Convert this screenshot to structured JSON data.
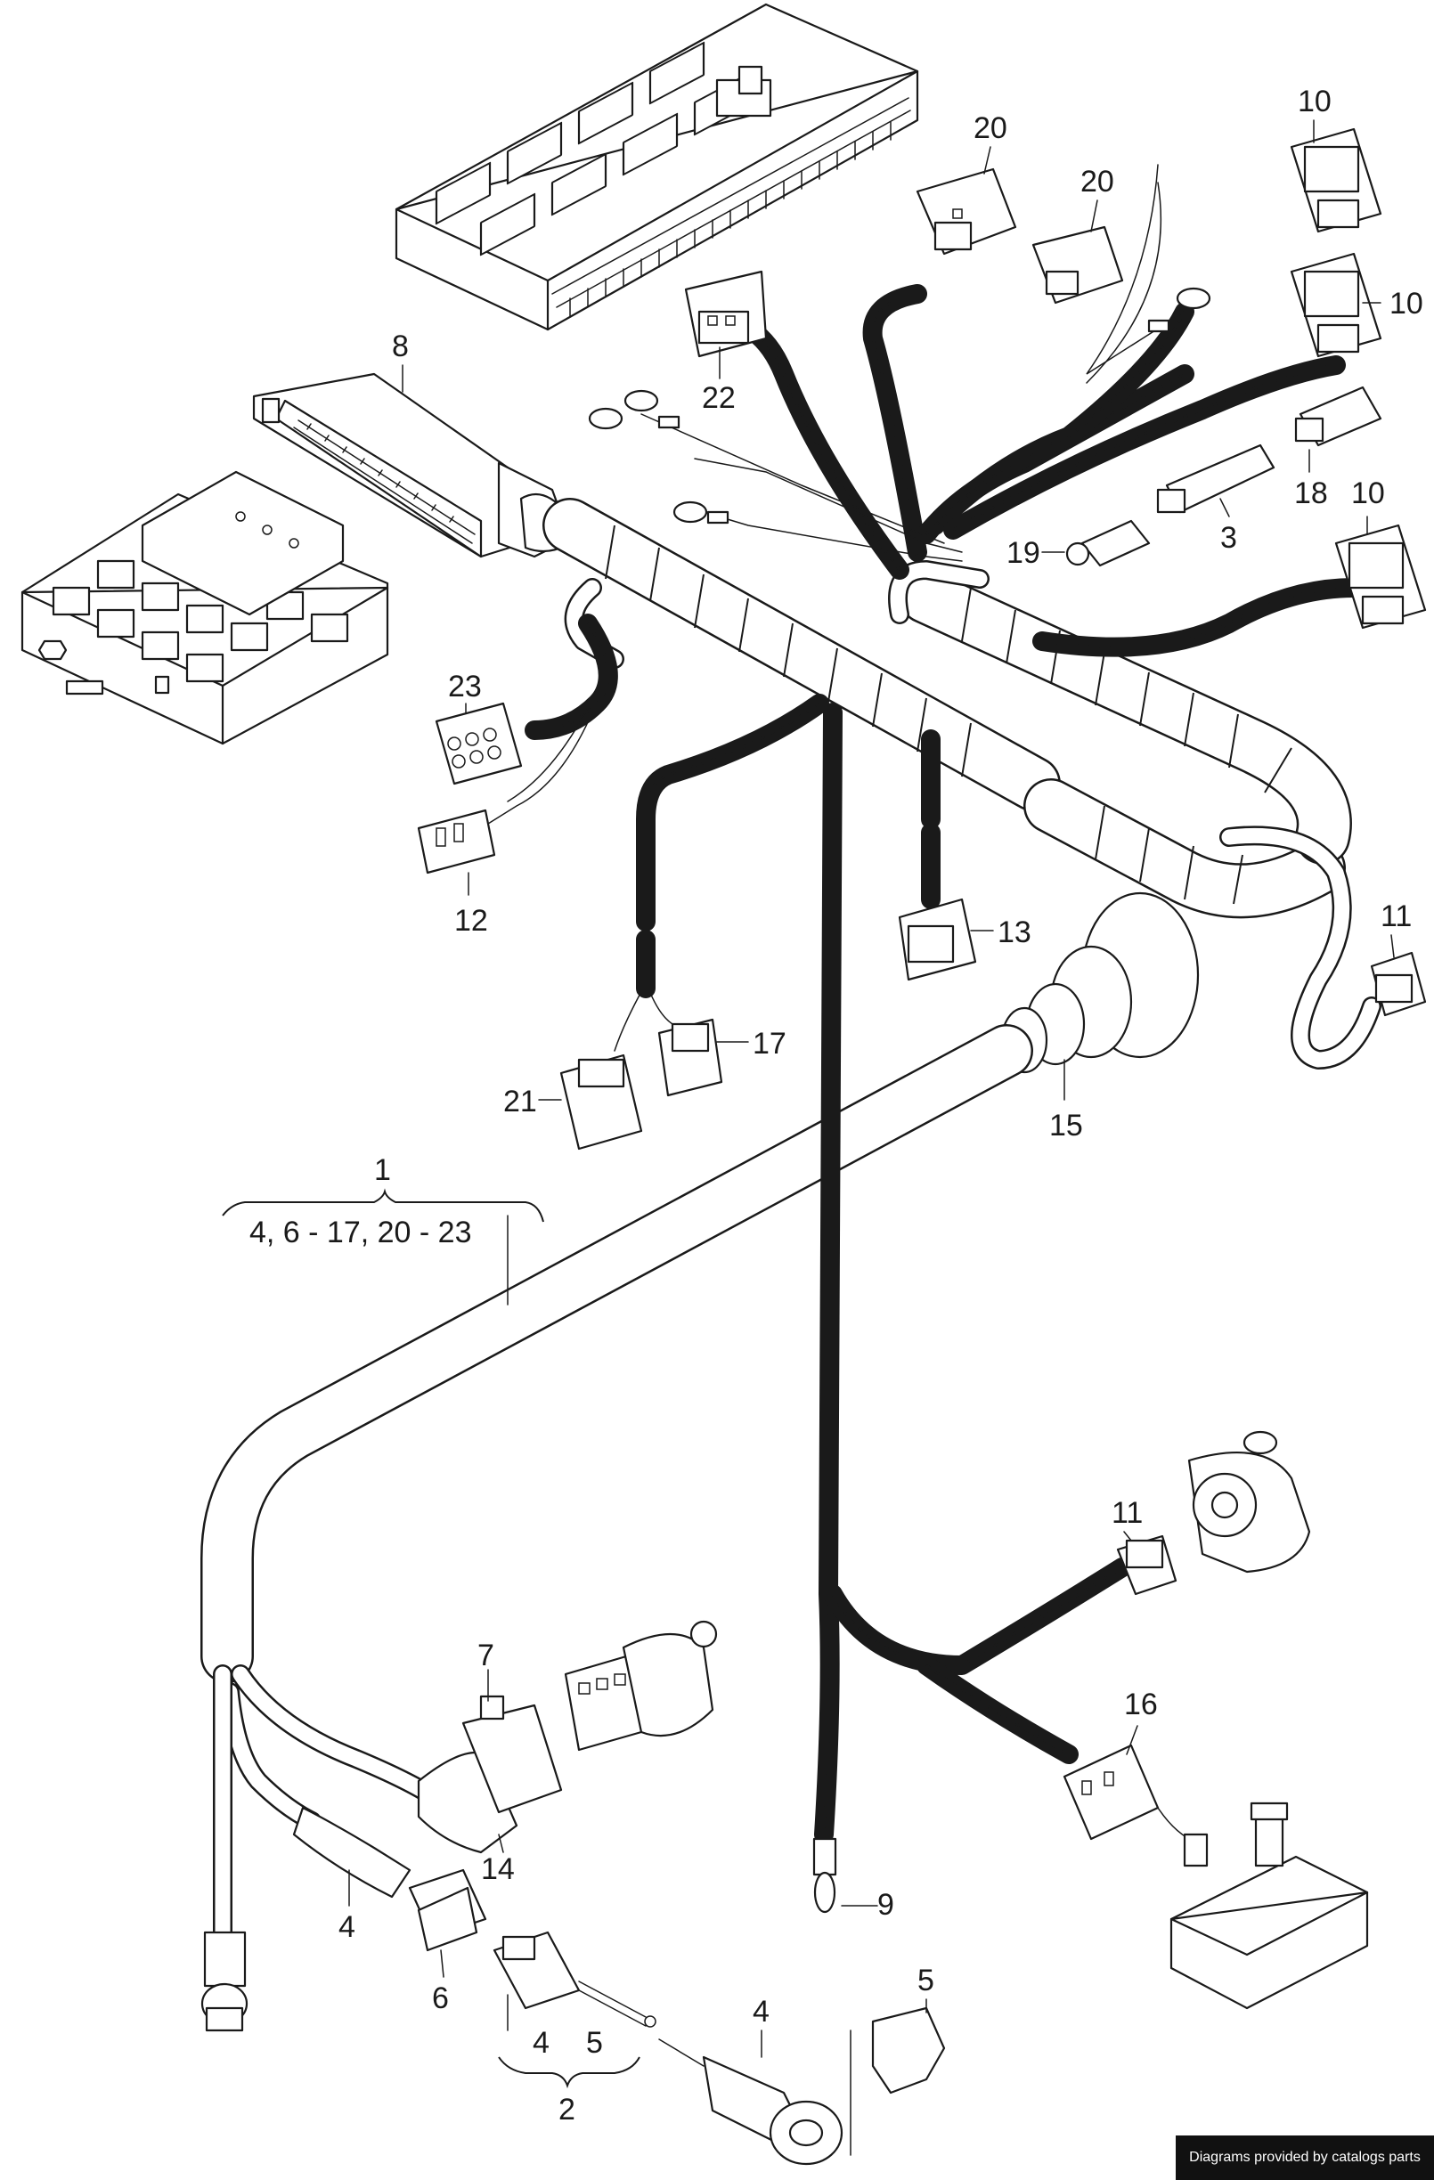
{
  "labels": {
    "p1": "1",
    "p1_range": "4,  6 - 17,   20 - 23",
    "p2": "2",
    "p2_range_a": "4",
    "p2_range_b": "5",
    "p3": "3",
    "p4a": "4",
    "p4b": "4",
    "p5": "5",
    "p6": "6",
    "p7": "7",
    "p8": "8",
    "p9": "9",
    "p10a": "10",
    "p10b": "10",
    "p10c": "10",
    "p11a": "11",
    "p11b": "11",
    "p12": "12",
    "p13": "13",
    "p14": "14",
    "p15": "15",
    "p16": "16",
    "p17": "17",
    "p18": "18",
    "p19": "19",
    "p20a": "20",
    "p20b": "20",
    "p21": "21",
    "p22": "22",
    "p23": "23"
  },
  "footer": {
    "credit": "Diagrams provided by catalogs parts"
  }
}
